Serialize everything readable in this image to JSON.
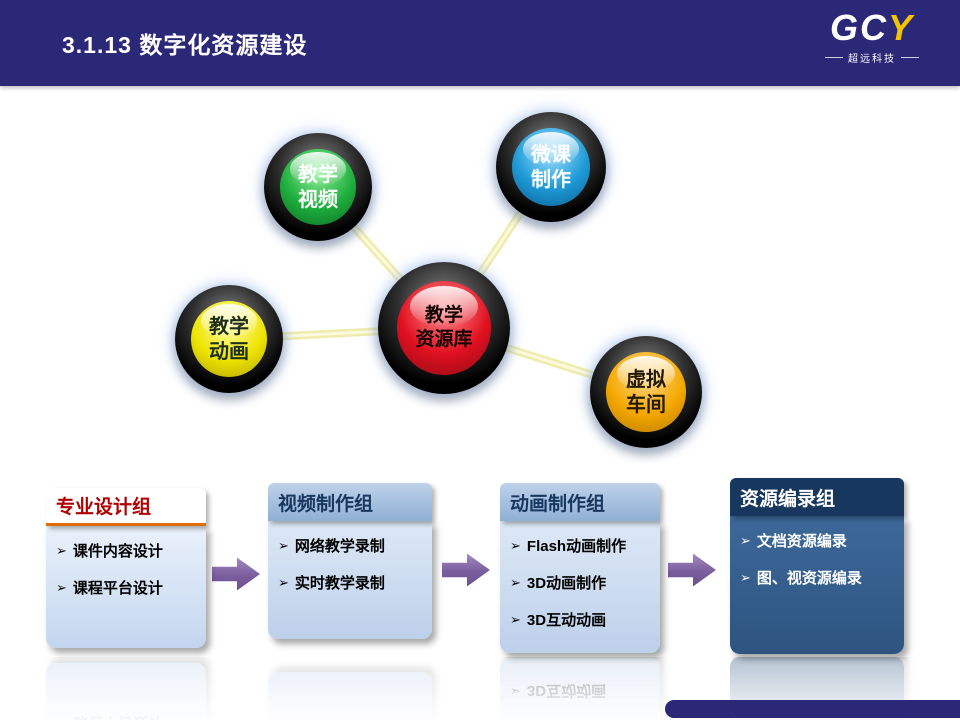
{
  "ui": {
    "bullet_icon": "➢"
  },
  "header": {
    "title": "3.1.13 数字化资源建设",
    "logo": {
      "text_gc": "GC",
      "text_y": "Y",
      "tagline": "超远科技"
    }
  },
  "diagram": {
    "center": {
      "lines": [
        "教学",
        "资源库"
      ],
      "color": "#E01020"
    },
    "nodes": [
      {
        "id": "teaching-video",
        "lines": [
          "教学",
          "视频"
        ],
        "color": "#1FAE3D"
      },
      {
        "id": "micro-course",
        "lines": [
          "微课",
          "制作"
        ],
        "color": "#1E9AD6"
      },
      {
        "id": "teaching-animation",
        "lines": [
          "教学",
          "动画"
        ],
        "color": "#EEE400"
      },
      {
        "id": "virtual-workshop",
        "lines": [
          "虚拟",
          "车间"
        ],
        "color": "#F5A800"
      }
    ]
  },
  "flow": {
    "groups": [
      {
        "title": "专业设计组",
        "items": [
          "课件内容设计",
          "课程平台设计"
        ]
      },
      {
        "title": "视频制作组",
        "items": [
          "网络教学录制",
          "实时教学录制"
        ]
      },
      {
        "title": "动画制作组",
        "items": [
          "Flash动画制作",
          "3D动画制作",
          "3D互动动画"
        ]
      },
      {
        "title": "资源编录组",
        "items": [
          "文档资源编录",
          "图、视资源编录"
        ]
      }
    ]
  }
}
